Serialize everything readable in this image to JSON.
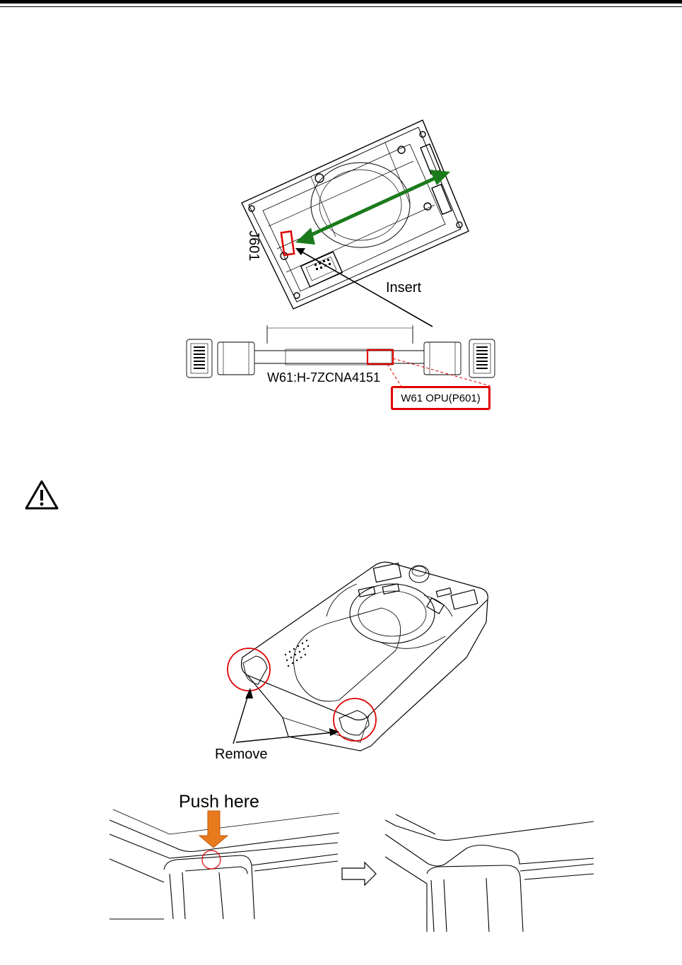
{
  "labels": {
    "insert": "Insert",
    "cable_part": "W61:H-7ZCNA4151",
    "cable_tag": "W61 OPU(P601)",
    "connector": "J601",
    "remove": "Remove",
    "push_here": "Push here"
  },
  "colors": {
    "highlight_red": "#e00000",
    "arrow_green": "#1b7a1b",
    "push_arrow_orange": "#e87a1e"
  },
  "icons": {
    "caution": "warning-triangle-icon"
  }
}
